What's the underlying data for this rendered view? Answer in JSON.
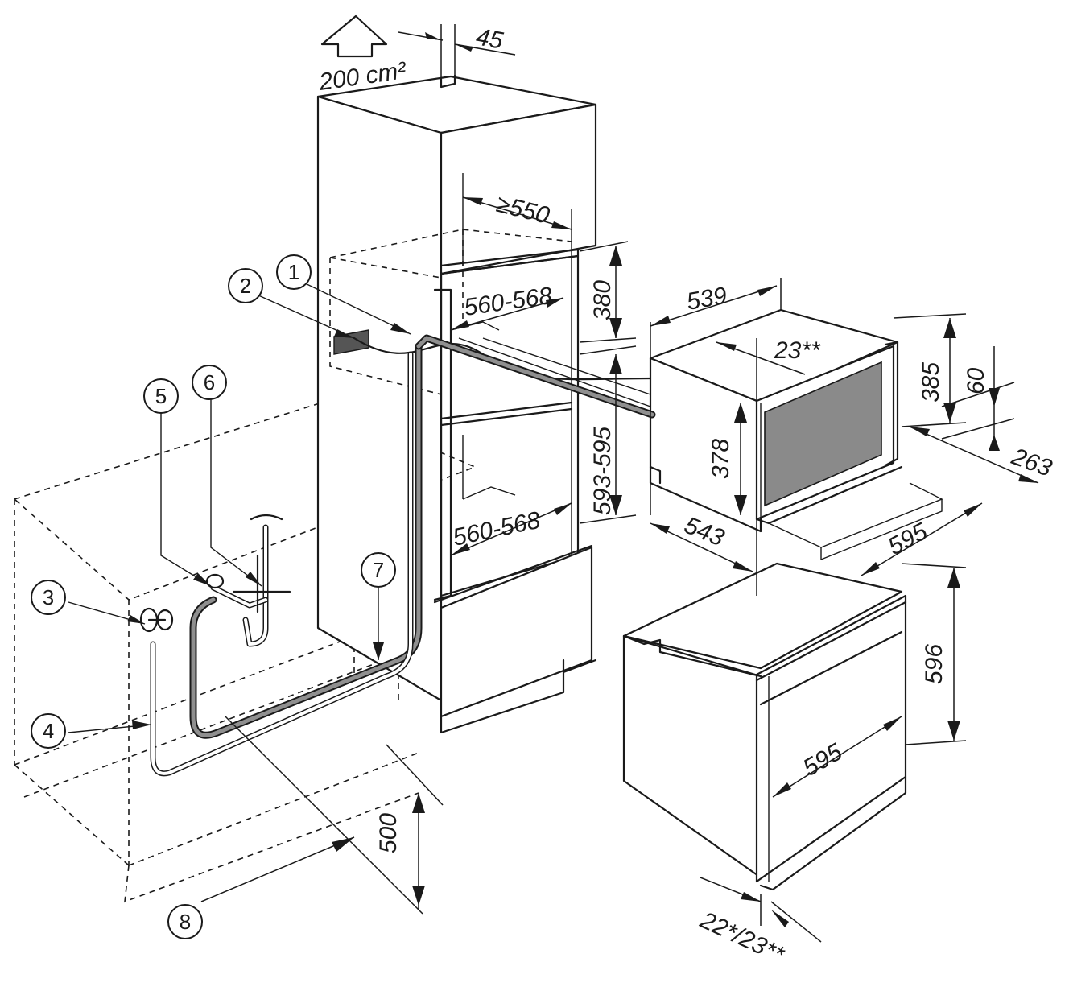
{
  "dimensions": {
    "vent_area": "200 cm²",
    "vent_gap": "45",
    "depth_min": "≥550",
    "width_upper": "560-568",
    "width_lower": "560-568",
    "height_upper": "380",
    "height_lower": "593-595",
    "boiler_depth": "539",
    "boiler_offset": "23**",
    "boiler_height": "385",
    "boiler_front_height": "378",
    "boiler_top": "60",
    "boiler_side": "263",
    "boiler_bottom_depth": "543",
    "boiler_width": "595",
    "oven_height": "596",
    "oven_width": "595",
    "oven_front": "22*/23**",
    "hose_length": "500"
  },
  "callouts": [
    "1",
    "2",
    "3",
    "4",
    "5",
    "6",
    "7",
    "8"
  ]
}
